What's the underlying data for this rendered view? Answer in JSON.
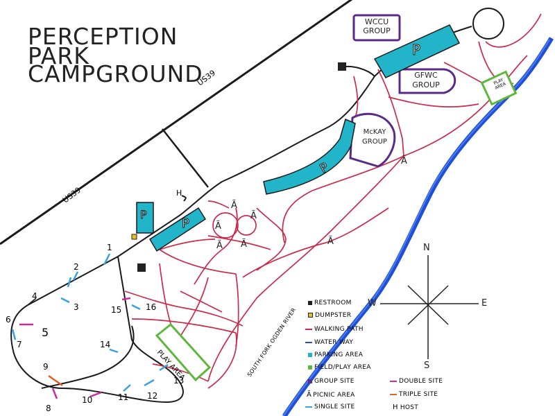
{
  "title_lines": [
    "PERCEPTION",
    "PARK",
    "CAMPGROUND"
  ],
  "roads": {
    "highway_top": "US39",
    "highway_bottom": "US39"
  },
  "river_label": "SOUTH FORK OGDEN RIVER",
  "group_sites": {
    "wccu": [
      "WCCU",
      "GROUP"
    ],
    "gfwc": [
      "GFWC",
      "GROUP"
    ],
    "mckay": [
      "McKAY",
      "GROUP"
    ]
  },
  "parking_letter": "P",
  "play_area_labels": {
    "small": [
      "PLAY",
      "AREA"
    ],
    "large": "PLAY AREA"
  },
  "host_letter": "H",
  "site_numbers": [
    "1",
    "2",
    "3",
    "4",
    "5",
    "6",
    "7",
    "8",
    "9",
    "10",
    "11",
    "12",
    "13",
    "14",
    "15",
    "16"
  ],
  "compass": {
    "n": "N",
    "s": "S",
    "e": "E",
    "w": "W"
  },
  "legend": [
    {
      "label": "RESTROOM",
      "kind": "square",
      "color": "#222222"
    },
    {
      "label": "DUMPSTER",
      "kind": "square",
      "color": "#e8c020"
    },
    {
      "label": "WALKING PATH",
      "kind": "line",
      "color": "#cc2a4a"
    },
    {
      "label": "WATER WAY",
      "kind": "line",
      "color": "#1f4fd6"
    },
    {
      "label": "PARKING AREA",
      "kind": "square",
      "color": "#22b5c9"
    },
    {
      "label": "FIELD/PLAY AREA",
      "kind": "square",
      "color": "#5cb83a"
    },
    {
      "label": "GROUP SITE",
      "kind": "square",
      "color": "#5a2a8a"
    },
    {
      "label": "PICNIC AREA",
      "kind": "glyph",
      "color": "#222222"
    },
    {
      "label": "SINGLE SITE",
      "kind": "line",
      "color": "#3aa0e0"
    },
    {
      "label": "DOUBLE SITE",
      "kind": "line",
      "color": "#d02a9a"
    },
    {
      "label": "TRIPLE SITE",
      "kind": "line",
      "color": "#e0602a"
    },
    {
      "label": "HOST",
      "kind": "letter",
      "color": "#222222"
    }
  ],
  "colors": {
    "road": "#1a1a1a",
    "path": "#cc2a4a",
    "river": "#1f4fd6",
    "parking": "#22b5c9",
    "play": "#5cb83a",
    "group": "#5a2a8a",
    "single": "#3aa0e0",
    "double": "#d02a9a",
    "triple": "#e0602a",
    "dumpster": "#e8c020"
  }
}
